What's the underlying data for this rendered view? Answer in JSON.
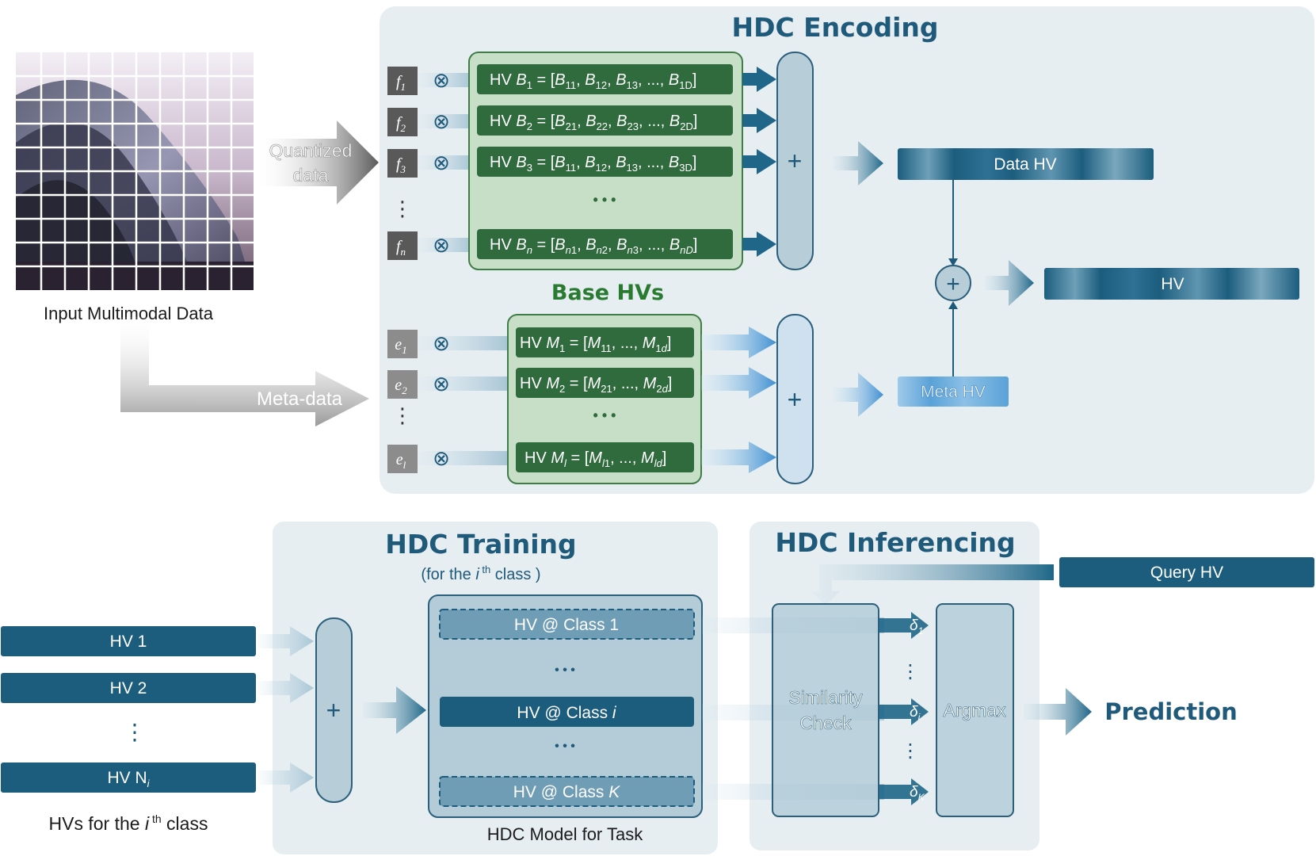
{
  "input": {
    "caption": "Input Multimodal Data",
    "quantized_label": [
      "Quantized",
      "data"
    ],
    "meta_label": "Meta-data"
  },
  "encoding": {
    "title": "HDC Encoding",
    "features": [
      "f1",
      "f2",
      "f3",
      "fn"
    ],
    "base_hvs": [
      "HV B1 = [B11, B12, B13, ..., B1D]",
      "HV B2 = [B21, B22, B23, ..., B2D]",
      "HV B3 = [B11, B12, B13, ..., B3D]",
      "HV Bn = [Bn1, Bn2, Bn3, ..., BnD]"
    ],
    "base_hvs_label": "Base HVs",
    "meta_features": [
      "e1",
      "e2",
      "el"
    ],
    "meta_hvs": [
      "HV M1 = [M11, ..., M1d]",
      "HV M2 = [M21, ..., M2d]",
      "HV Ml = [Ml1, ..., Mld]"
    ],
    "data_hv": "Data HV",
    "meta_hv": "Meta HV",
    "hv": "HV",
    "bind_symbol": "⊗",
    "plus_symbol": "+",
    "ellipsis": "• • •"
  },
  "training": {
    "title": "HDC Training",
    "subtitle_pre": "(for the ",
    "subtitle_i": "i",
    "subtitle_th": " th",
    "subtitle_post": " class )",
    "inputs": [
      "HV 1",
      "HV 2",
      "HV N"
    ],
    "inputs_sub": "i",
    "inputs_caption_pre": "HVs for the ",
    "inputs_caption_i": "i",
    "inputs_caption_th": " th",
    "inputs_caption_post": " class",
    "model_classes": [
      "HV @ Class 1",
      "HV @ Class ",
      "HV @ Class "
    ],
    "model_class_vars": [
      "",
      "i",
      "K"
    ],
    "model_caption": "HDC Model for Task"
  },
  "inferencing": {
    "title": "HDC Inferencing",
    "query_hv": "Query HV",
    "similarity": [
      "Similarity",
      "Check"
    ],
    "deltas": [
      "δ",
      "δ",
      "δ"
    ],
    "delta_subs": [
      "1",
      "i",
      "K"
    ],
    "argmax": "Argmax",
    "prediction": "Prediction"
  },
  "colors": {
    "panel": "#e7eef2",
    "dark_blue": "#1c5d7e",
    "green_fill": "#c9dfc9",
    "green_dark": "#2f6b3c",
    "base_title": "#2a7a32"
  }
}
